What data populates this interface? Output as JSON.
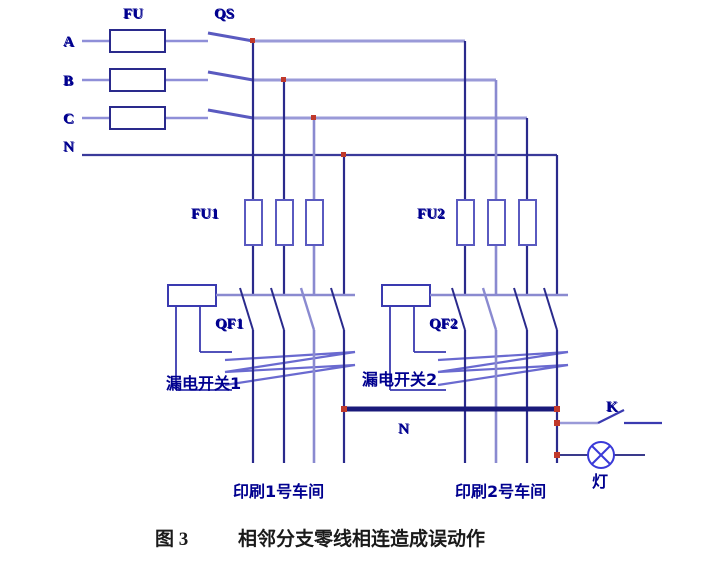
{
  "figure": {
    "caption_number": "图 3",
    "caption_text": "相邻分支零线相连造成误动作"
  },
  "colors": {
    "wire_dark": "#2a2a8c",
    "wire_light": "#8f8fd8",
    "bus_heavy": "#1a1a7a",
    "junction_dot": "#c0392b",
    "label_blue": "#00008f",
    "label_shadow": "#a32020",
    "caption_black": "#1a1a1a",
    "background": "#ffffff"
  },
  "supply": {
    "phase_labels": [
      "A",
      "B",
      "C",
      "N"
    ],
    "fuse_label": "FU",
    "switch_label": "QS"
  },
  "branch1": {
    "fuse_bank_label": "FU1",
    "breaker_label": "QF1",
    "elcb_label": "漏电开关1",
    "workshop_label": "印刷1号车间"
  },
  "branch2": {
    "fuse_bank_label": "FU2",
    "breaker_label": "QF2",
    "elcb_label": "漏电开关2",
    "workshop_label": "印刷2号车间"
  },
  "neutral_bus": {
    "label": "N"
  },
  "lamp_circuit": {
    "switch_label": "K",
    "lamp_label": "灯"
  }
}
